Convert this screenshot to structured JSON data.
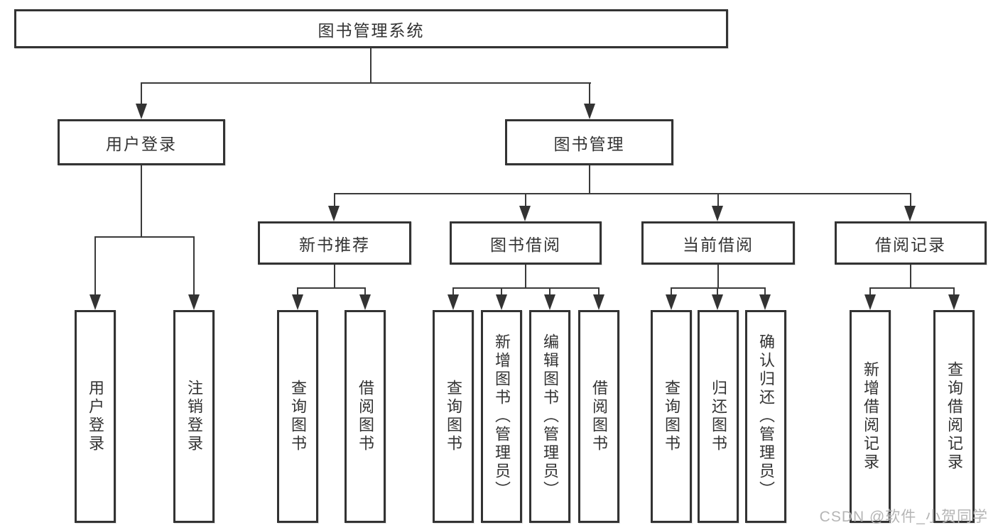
{
  "tree": {
    "root": {
      "label": "图书管理系统"
    },
    "level2": [
      {
        "label": "用户登录",
        "leaves": [
          "用户登录",
          "注销登录"
        ]
      },
      {
        "label": "图书管理",
        "groups": [
          {
            "label": "新书推荐",
            "leaves": [
              "查询图书",
              "借阅图书"
            ]
          },
          {
            "label": "图书借阅",
            "leaves": [
              "查询图书",
              "新增图书（管理员）",
              "编辑图书（管理员）",
              "借阅图书"
            ]
          },
          {
            "label": "当前借阅",
            "leaves": [
              "查询图书",
              "归还图书",
              "确认归还（管理员）"
            ]
          },
          {
            "label": "借阅记录",
            "leaves": [
              "新增借阅记录",
              "查询借阅记录"
            ]
          }
        ]
      }
    ]
  },
  "watermark": {
    "text": "CSDN @软件_小贺同学"
  },
  "colors": {
    "line": "#3a3a3a",
    "border": "#333333",
    "text": "#333333",
    "watermark": "#b5b5b5",
    "background": "#ffffff"
  }
}
